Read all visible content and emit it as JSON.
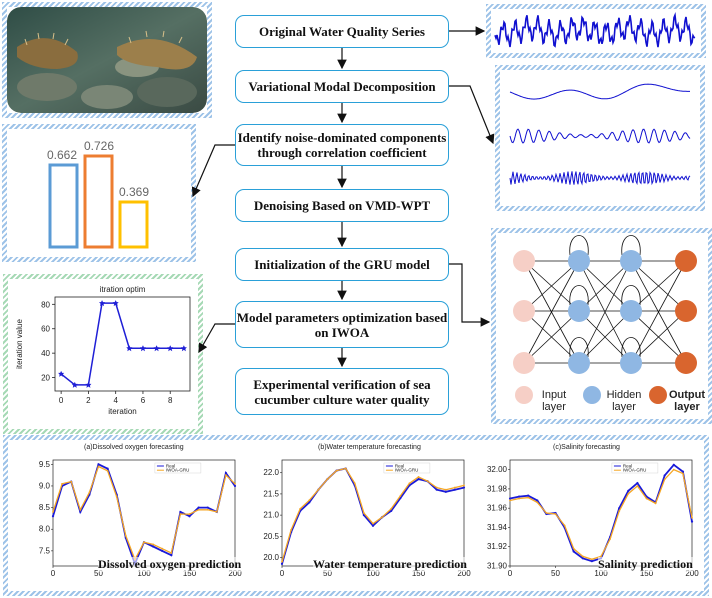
{
  "flow_steps": [
    "Original Water Quality Series",
    "Variational Modal Decomposition",
    "Identify noise-dominated components through correlation coefficient",
    "Denoising Based on VMD-WPT",
    "Initialization of the GRU model",
    "Model parameters optimization based on  IWOA",
    "Experimental verification of sea cucumber culture water quality"
  ],
  "bar_panel": {
    "bars": [
      {
        "value": 0.662,
        "label": "0.662",
        "color": "#5b9bd5"
      },
      {
        "value": 0.726,
        "label": "0.726",
        "color": "#ed7d31"
      },
      {
        "value": 0.369,
        "label": "0.369",
        "color": "#ffc000"
      }
    ]
  },
  "iteration_panel": {
    "title": "itration optim",
    "xlabel": "iteration",
    "ylabel": "iteration value",
    "x": [
      0,
      1,
      2,
      3,
      4,
      5,
      6,
      7,
      8,
      9
    ],
    "y": [
      23,
      14,
      14,
      81,
      81,
      44,
      44,
      44,
      44,
      44
    ],
    "xticks": [
      "0",
      "2",
      "4",
      "6",
      "8"
    ],
    "yticks": [
      "20",
      "40",
      "60",
      "80"
    ],
    "color": "#1f1fd6"
  },
  "nn_panel": {
    "input_label": "Input layer",
    "hidden_label": "Hidden layer",
    "output_label": "Output layer",
    "input_color": "#f6cfc6",
    "hidden_color": "#8fb7e3",
    "output_color": "#d9652e"
  },
  "chart_data": [
    {
      "type": "line",
      "title": "(a)Dissolved oxygen forecasting",
      "caption": "Dissolved oxygen prediction",
      "legend": [
        "Real",
        "IWOA-GRU"
      ],
      "xticks": [
        "0",
        "50",
        "100",
        "150",
        "200"
      ],
      "yticks": [
        "7.5",
        "8.0",
        "8.5",
        "9.0",
        "9.5"
      ],
      "xlim": [
        0,
        200
      ],
      "ylim": [
        7.15,
        9.6
      ],
      "x": [
        0,
        10,
        20,
        30,
        40,
        50,
        60,
        70,
        80,
        90,
        100,
        110,
        120,
        130,
        140,
        150,
        160,
        170,
        180,
        190,
        200
      ],
      "series": [
        {
          "name": "Real",
          "values": [
            8.3,
            9.0,
            9.1,
            8.4,
            8.8,
            9.5,
            9.4,
            8.8,
            7.8,
            7.2,
            7.7,
            7.6,
            7.5,
            7.4,
            8.4,
            8.3,
            8.5,
            8.5,
            8.4,
            9.3,
            9.0
          ]
        },
        {
          "name": "IWOA-GRU",
          "values": [
            8.4,
            9.05,
            9.1,
            8.45,
            8.85,
            9.45,
            9.35,
            8.75,
            7.85,
            7.3,
            7.7,
            7.65,
            7.55,
            7.45,
            8.35,
            8.35,
            8.45,
            8.45,
            8.4,
            9.25,
            9.05
          ]
        }
      ]
    },
    {
      "type": "line",
      "title": "(b)Water temperature forecasting",
      "caption": "Water temperature prediction",
      "legend": [
        "Real",
        "IWOA-GRU"
      ],
      "xticks": [
        "0",
        "50",
        "100",
        "150",
        "200"
      ],
      "yticks": [
        "20.0",
        "20.5",
        "21.0",
        "21.5",
        "22.0"
      ],
      "xlim": [
        0,
        200
      ],
      "ylim": [
        19.8,
        22.3
      ],
      "x": [
        0,
        10,
        20,
        30,
        40,
        50,
        60,
        70,
        80,
        90,
        100,
        110,
        120,
        130,
        140,
        150,
        160,
        170,
        180,
        190,
        200
      ],
      "series": [
        {
          "name": "Real",
          "values": [
            19.85,
            20.6,
            21.1,
            21.3,
            21.6,
            21.85,
            22.05,
            22.1,
            21.7,
            21.0,
            20.75,
            20.95,
            21.1,
            21.4,
            21.7,
            21.85,
            21.8,
            21.6,
            21.55,
            21.6,
            21.65
          ]
        },
        {
          "name": "IWOA-GRU",
          "values": [
            19.9,
            20.65,
            21.15,
            21.35,
            21.6,
            21.85,
            22.05,
            22.1,
            21.75,
            21.05,
            20.8,
            20.95,
            21.15,
            21.45,
            21.75,
            21.9,
            21.8,
            21.65,
            21.6,
            21.65,
            21.7
          ]
        }
      ]
    },
    {
      "type": "line",
      "title": "(c)Salinity forecasting",
      "caption": "Salinity prediction",
      "legend": [
        "Real",
        "IWOA-GRU"
      ],
      "xticks": [
        "0",
        "50",
        "100",
        "150",
        "200"
      ],
      "yticks": [
        "31.90",
        "31.92",
        "31.94",
        "31.96",
        "31.98",
        "32.00"
      ],
      "xlim": [
        0,
        200
      ],
      "ylim": [
        31.9,
        32.01
      ],
      "x": [
        0,
        10,
        20,
        30,
        40,
        50,
        60,
        70,
        80,
        90,
        100,
        110,
        120,
        130,
        140,
        150,
        160,
        170,
        180,
        190,
        200
      ],
      "series": [
        {
          "name": "Real",
          "values": [
            31.97,
            31.972,
            31.973,
            31.968,
            31.954,
            31.955,
            31.94,
            31.915,
            31.908,
            31.905,
            31.908,
            31.93,
            31.96,
            31.978,
            31.986,
            31.972,
            31.966,
            31.994,
            32.005,
            31.998,
            31.946
          ]
        },
        {
          "name": "IWOA-GRU",
          "values": [
            31.968,
            31.97,
            31.971,
            31.966,
            31.955,
            31.954,
            31.942,
            31.918,
            31.91,
            31.907,
            31.91,
            31.928,
            31.957,
            31.975,
            31.983,
            31.97,
            31.965,
            31.99,
            32.0,
            31.996,
            31.95
          ]
        }
      ]
    }
  ]
}
